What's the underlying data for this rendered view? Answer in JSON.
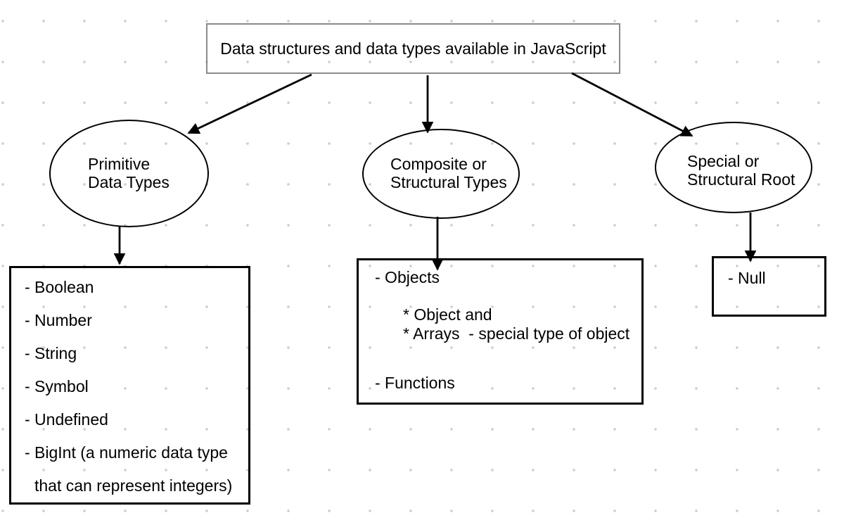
{
  "title": {
    "text": "Data structures and data types available in JavaScript"
  },
  "nodes": {
    "primitive": {
      "label": "Primitive\nData Types"
    },
    "composite": {
      "label": "Composite or\nStructural Types"
    },
    "special": {
      "label": "Special or\nStructural Root"
    }
  },
  "boxes": {
    "primitive": {
      "items": [
        "- Boolean",
        "- Number",
        "- String",
        "- Symbol",
        "- Undefined",
        "- BigInt (a numeric data type",
        "that can represent integers)"
      ]
    },
    "composite": {
      "items": [
        "- Objects",
        "* Object and",
        "* Arrays  - special type of object",
        "- Functions"
      ]
    },
    "special": {
      "items": [
        "- Null"
      ]
    }
  },
  "colors": {
    "outline": "#000000",
    "title_border": "#8a8a8a",
    "dot": "#cfcfcf",
    "background": "#ffffff"
  }
}
